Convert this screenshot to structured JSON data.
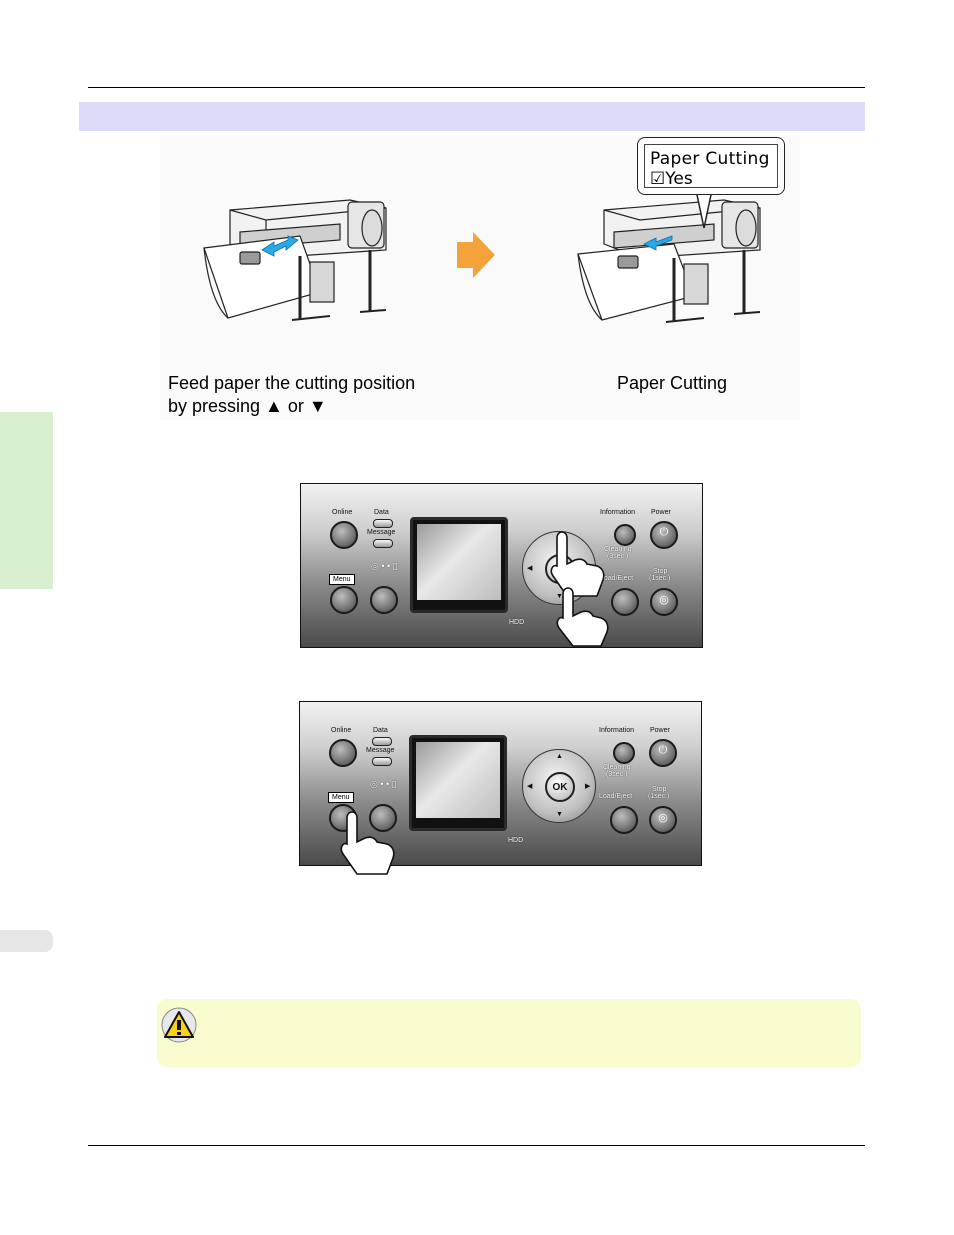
{
  "illustration": {
    "left_caption_line1": "Feed paper the cutting position",
    "left_caption_line2": "by pressing ▲ or ▼",
    "right_caption": "Paper Cutting",
    "callout_line1": "Paper Cutting",
    "callout_line2": "☑Yes"
  },
  "panel": {
    "online": "Online",
    "data": "Data",
    "message": "Message",
    "menu": "Menu",
    "information": "Information",
    "power": "Power",
    "cleaning": "Cleaning",
    "cleaning_time": "(3sec.)",
    "load_eject": "Load/Eject",
    "stop": "Stop",
    "stop_time": "(1sec.)",
    "hdd": "HDD",
    "ok": "OK"
  },
  "colors": {
    "section_bar": "#dcdcf8",
    "side_tab": "#d8f0d0",
    "caution_box": "#fbfbd0",
    "arrow_orange": "#f4a23a",
    "feed_arrow_blue": "#2aa8e8"
  }
}
